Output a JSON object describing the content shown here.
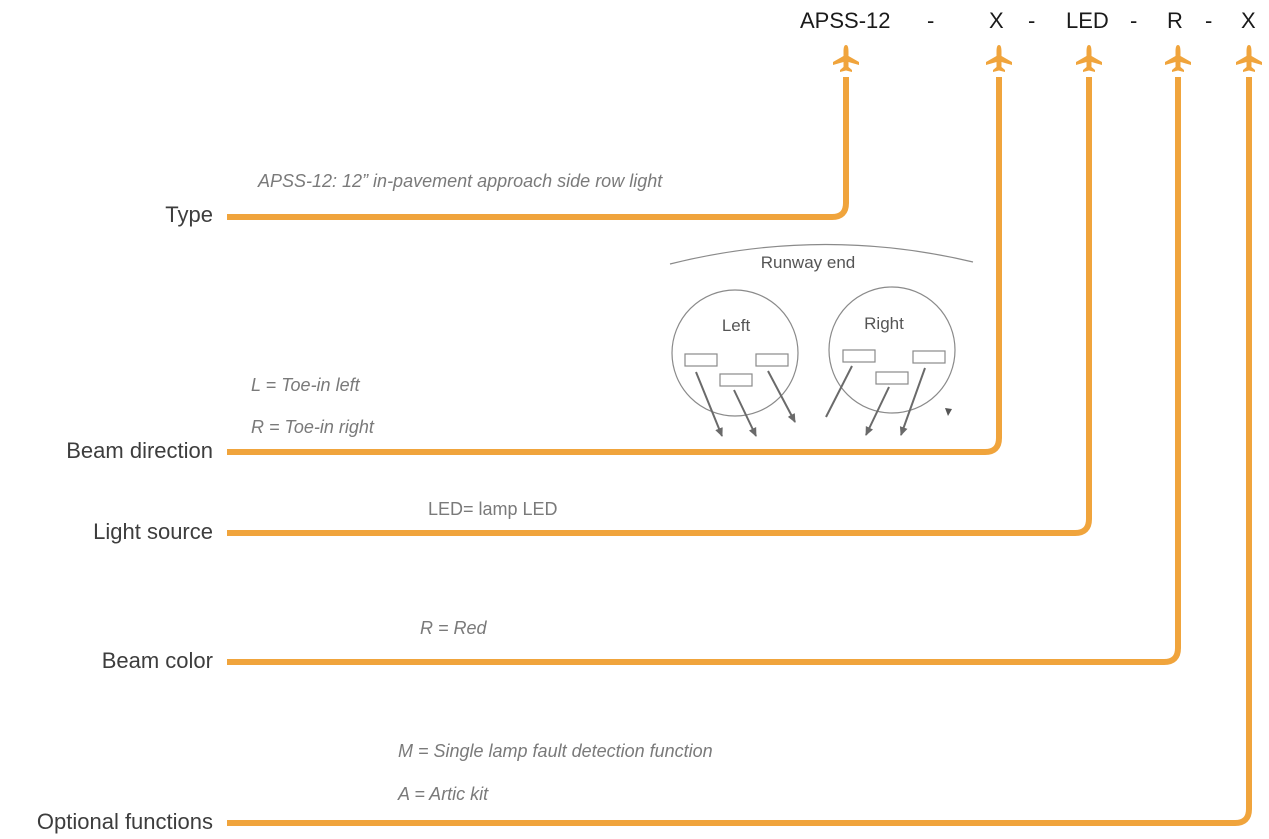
{
  "code": {
    "parts": [
      "APSS-12",
      "-",
      "X",
      "-",
      "LED",
      "-",
      "R",
      "-",
      "X"
    ]
  },
  "categories": [
    {
      "label": "Type",
      "descriptions": [
        "APSS-12: 12” in-pavement approach side row light"
      ]
    },
    {
      "label": "Beam direction",
      "descriptions": [
        "L = Toe-in left",
        "R = Toe-in right"
      ]
    },
    {
      "label": "Light source",
      "descriptions": [
        "LED= lamp LED"
      ]
    },
    {
      "label": "Beam color",
      "descriptions": [
        "R = Red"
      ]
    },
    {
      "label": "Optional functions",
      "descriptions": [
        "M = Single lamp fault detection function",
        "A = Artic kit"
      ]
    }
  ],
  "inset": {
    "title": "Runway end",
    "left_label": "Left",
    "right_label": "Right"
  },
  "colors": {
    "accent": "#f0a43c",
    "text": "#3d3d3d",
    "muted": "#7a7a7a"
  },
  "icons": {
    "marker": "airplane-icon"
  }
}
